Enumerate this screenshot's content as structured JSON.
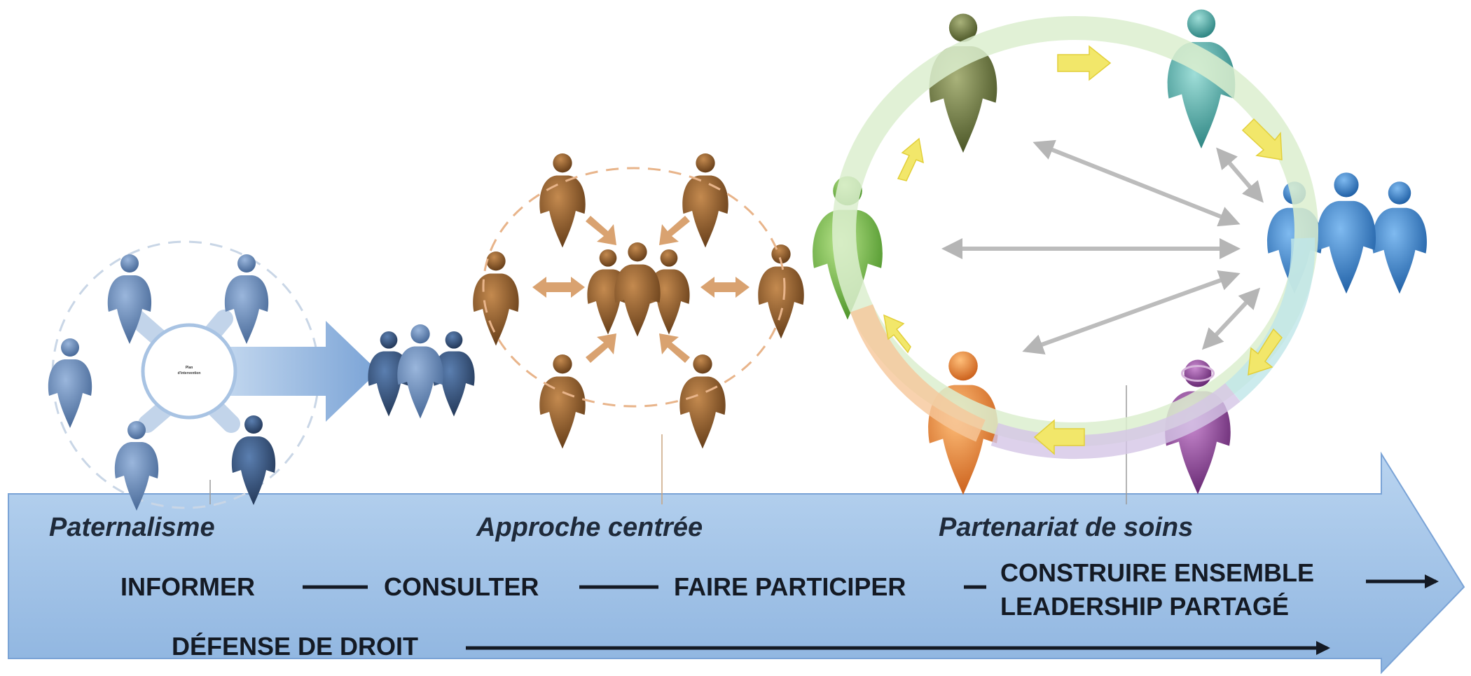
{
  "hub": {
    "line1": "Plan",
    "line2": "d'intervention"
  },
  "stages": {
    "paternalism": "Paternalisme",
    "centered": "Approche centrée",
    "partnership": "Partenariat de soins"
  },
  "actions": {
    "inform": "INFORMER",
    "consult": "CONSULTER",
    "participate": "FAIRE PARTICIPER",
    "co_construct_1": "CONSTRUIRE ENSEMBLE",
    "co_construct_2": "LEADERSHIP PARTAGÉ",
    "advocacy": "DÉFENSE DE DROIT"
  },
  "colors": {
    "band": "#a9c8ea",
    "band_dark": "#6f9ed6",
    "navy": "#2c4f7c",
    "blue_fig": "#6d8fbe",
    "brown": "#8a5526",
    "green": "#7cc242",
    "olive": "#6e7a3c",
    "teal": "#4aa7a3",
    "team_blue": "#2f7fc8",
    "orange": "#e9822f",
    "purple": "#8a3f94",
    "yellow_arrow": "#f2e76a",
    "grey_arrow": "#bcbcbc"
  }
}
